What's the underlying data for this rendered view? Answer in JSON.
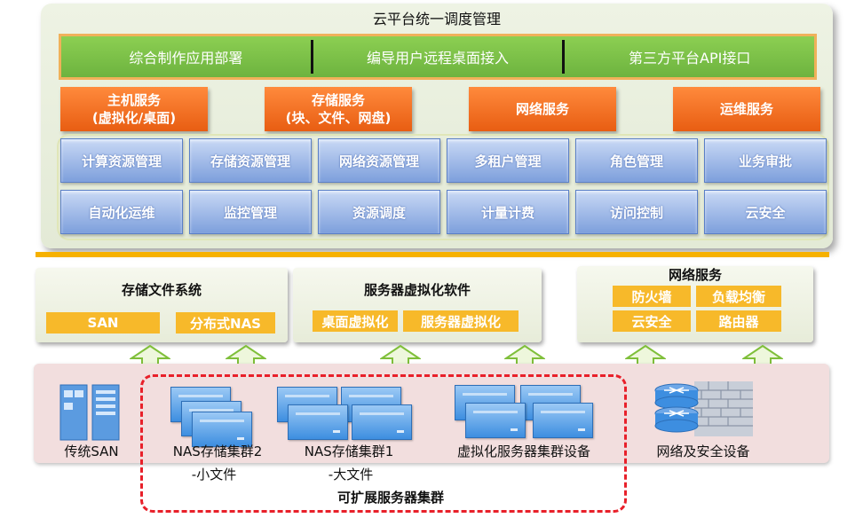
{
  "cloud": {
    "title": "云平台统一调度管理",
    "top_bar": [
      "综合制作应用部署",
      "编导用户远程桌面接入",
      "第三方平台API接口"
    ],
    "services": [
      {
        "line1": "主机服务",
        "line2": "(虚拟化/桌面)"
      },
      {
        "line1": "存储服务",
        "line2": "(块、文件、网盘)"
      },
      {
        "line1": "网络服务",
        "line2": ""
      },
      {
        "line1": "运维服务",
        "line2": ""
      }
    ],
    "mgmt_row1": [
      "计算资源管理",
      "存储资源管理",
      "网络资源管理",
      "多租户管理",
      "角色管理",
      "业务审批"
    ],
    "mgmt_row2": [
      "自动化运维",
      "监控管理",
      "资源调度",
      "计量计费",
      "访问控制",
      "云安全"
    ]
  },
  "storage_fs": {
    "title": "存储文件系统",
    "tags": [
      "SAN",
      "分布式NAS"
    ]
  },
  "virt_sw": {
    "title": "服务器虚拟化软件",
    "tags": [
      "桌面虚拟化",
      "服务器虚拟化"
    ]
  },
  "net_svc": {
    "title": "网络服务",
    "tags": [
      "防火墙",
      "负载均衡",
      "云安全",
      "路由器"
    ]
  },
  "bottom": {
    "san": "传统SAN",
    "nas2": "NAS存储集群2",
    "nas2_sub": "-小文件",
    "nas1": "NAS存储集群1",
    "nas1_sub": "-大文件",
    "virt_cluster": "虚拟化服务器集群设备",
    "net_sec": "网络及安全设备",
    "scalable": "可扩展服务器集群"
  },
  "colors": {
    "green": "#6db33f",
    "orange": "#e85d12",
    "blue": "#7d9fdc",
    "yellow": "#f7b92a",
    "dashed_red": "#e8202a",
    "bottom_bg": "#f2dede"
  },
  "icons": [
    "server-rack-icon",
    "server-icon",
    "firewall-icon",
    "up-arrow-icon"
  ]
}
